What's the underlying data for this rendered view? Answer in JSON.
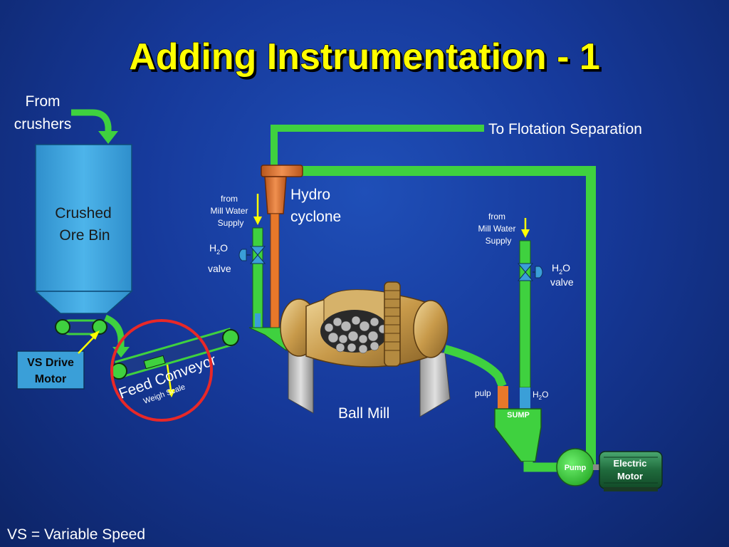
{
  "title": "Adding Instrumentation - 1",
  "footnote": "VS = Variable Speed",
  "inputs": {
    "from_line1": "From",
    "from_line2": "crushers"
  },
  "ore_bin": {
    "line1": "Crushed",
    "line2": "Ore Bin"
  },
  "vs_motor": {
    "line1": "VS Drive",
    "line2": "Motor"
  },
  "conveyor": {
    "label": "Feed Conveyor",
    "weigh_scale": "Weigh Scale"
  },
  "cyclone": {
    "line1": "Hydro",
    "line2": "cyclone"
  },
  "flotation": "To Flotation Separation",
  "water_supply_left": {
    "line1": "from",
    "line2": "Mill Water",
    "line3": "Supply"
  },
  "water_supply_right": {
    "line1": "from",
    "line2": "Mill Water",
    "line3": "Supply"
  },
  "valve_left": {
    "h": "H",
    "sub": "2",
    "o": "O",
    "label": "valve"
  },
  "valve_right": {
    "h": "H",
    "sub": "2",
    "o": "O",
    "label": "valve"
  },
  "ball_mill": "Ball Mill",
  "pulp": "pulp",
  "sump_water": {
    "h": "H",
    "sub": "2",
    "o": "O"
  },
  "sump": "SUMP",
  "pump": "Pump",
  "electric_motor": {
    "line1": "Electric",
    "line2": "Motor"
  },
  "colors": {
    "pipe": "#3fd13f",
    "title": "#ffff00",
    "bin": "#3a9fd8",
    "cyclone": "#e8782a",
    "highlight_circle": "#e82828",
    "motor": "#2a7d48"
  }
}
